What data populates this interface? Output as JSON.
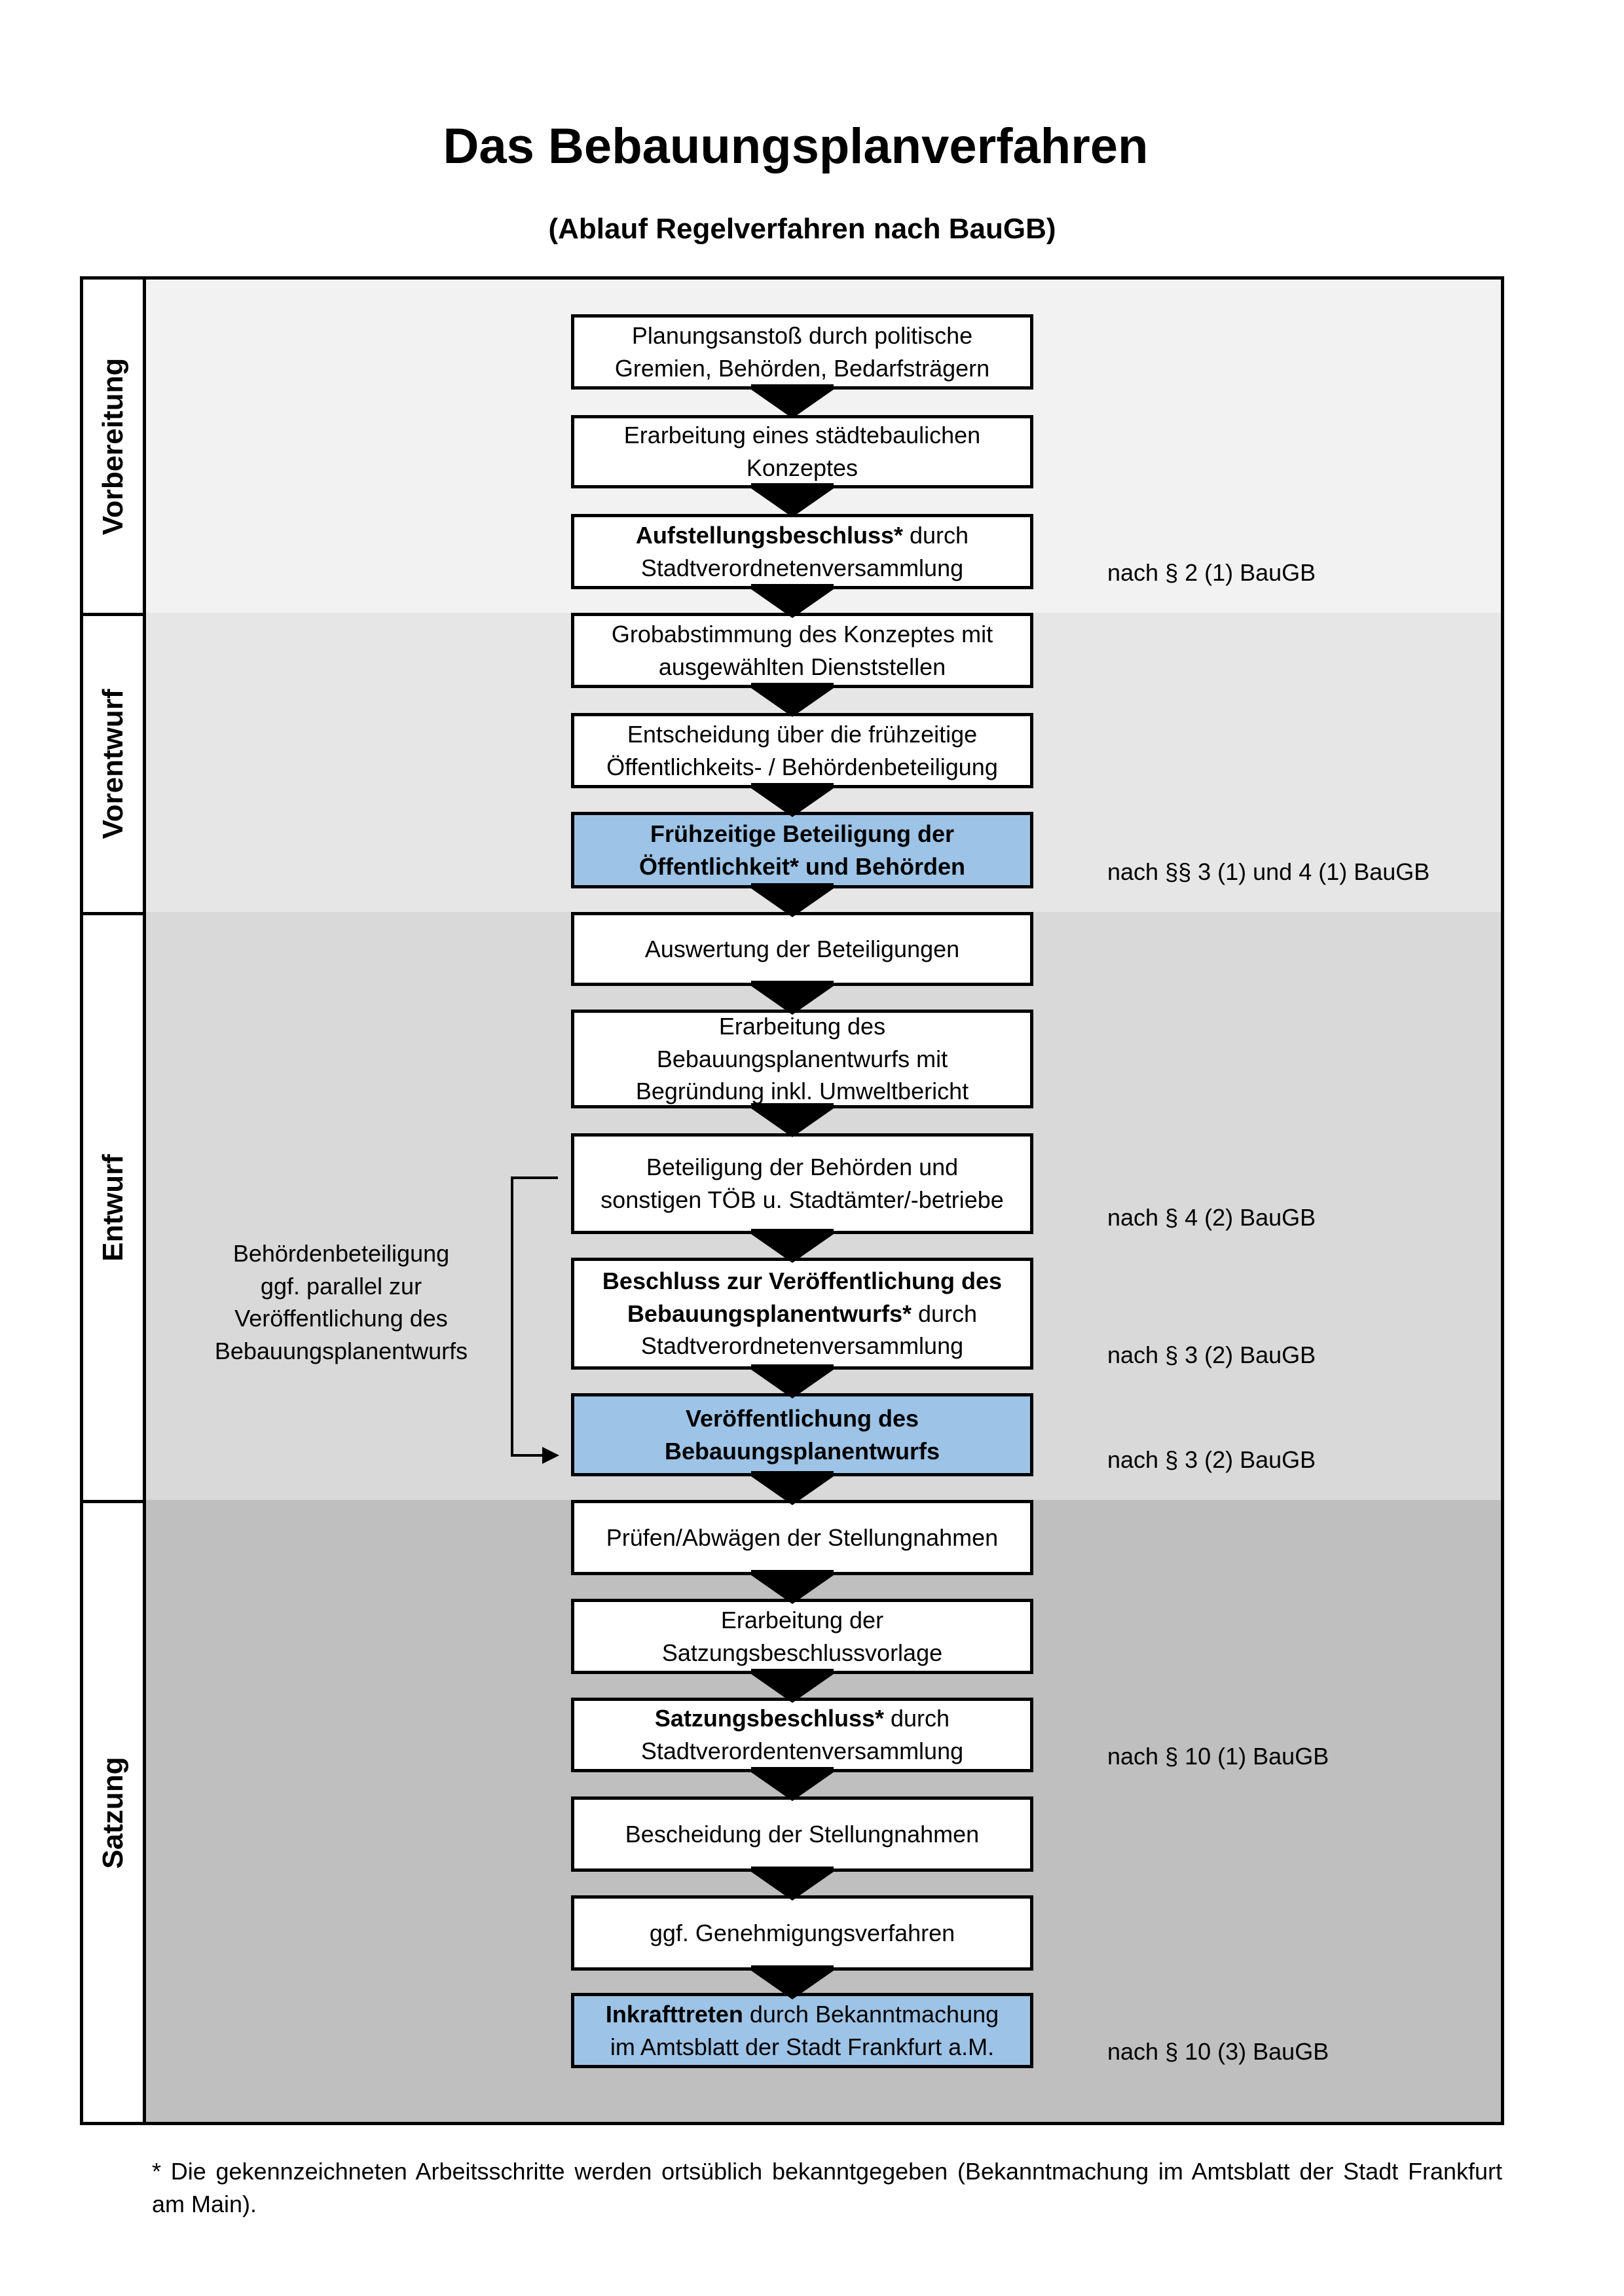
{
  "title": "Das Bebauungsplanverfahren",
  "subtitle": "(Ablauf Regelverfahren nach BauGB)",
  "colors": {
    "vorbereitung": "#f2f2f2",
    "vorentwurf": "#e6e6e6",
    "entwurf": "#d9d9d9",
    "satzung": "#bfbfbf",
    "highlight": "#9dc3e6"
  },
  "sections": [
    {
      "label": "Vorbereitung"
    },
    {
      "label": "Vorentwurf"
    },
    {
      "label": "Entwurf"
    },
    {
      "label": "Satzung"
    }
  ],
  "steps": [
    {
      "bold": "",
      "text": "Planungsanstoß durch politische\nGremien, Behörden, Bedarfsträgern",
      "highlight": false
    },
    {
      "bold": "",
      "text": "Erarbeitung eines städtebaulichen\nKonzeptes",
      "highlight": false
    },
    {
      "bold": "Aufstellungsbeschluss*",
      "text": " durch\nStadtverordnetenversammlung",
      "highlight": false
    },
    {
      "bold": "",
      "text": "Grobabstimmung des Konzeptes mit\nausgewählten Dienststellen",
      "highlight": false
    },
    {
      "bold": "",
      "text": "Entscheidung über die frühzeitige\nÖffentlichkeits- / Behördenbeteiligung",
      "highlight": false
    },
    {
      "bold": "Frühzeitige Beteiligung der\nÖffentlichkeit* und Behörden",
      "text": "",
      "highlight": true
    },
    {
      "bold": "",
      "text": "Auswertung der Beteiligungen",
      "highlight": false
    },
    {
      "bold": "",
      "text": "Erarbeitung des\nBebauungsplanentwurfs mit\nBegründung inkl. Umweltbericht",
      "highlight": false
    },
    {
      "bold": "",
      "text": "Beteiligung der Behörden und\nsonstigen TÖB u. Stadtämter/-betriebe",
      "highlight": false
    },
    {
      "bold": "Beschluss zur Veröffentlichung des\nBebauungsplanentwurfs*",
      "text": " durch\nStadtverordnetenversammlung",
      "highlight": false
    },
    {
      "bold": "Veröffentlichung des\nBebauungsplanentwurfs",
      "text": "",
      "highlight": true
    },
    {
      "bold": "",
      "text": "Prüfen/Abwägen der Stellungnahmen",
      "highlight": false
    },
    {
      "bold": "",
      "text": "Erarbeitung der\nSatzungsbeschlussvorlage",
      "highlight": false
    },
    {
      "bold": "Satzungsbeschluss*",
      "text": " durch\nStadtverordentenversammlung",
      "highlight": false
    },
    {
      "bold": "",
      "text": "Bescheidung der Stellungnahmen",
      "highlight": false
    },
    {
      "bold": "",
      "text": "ggf. Genehmigungsverfahren",
      "highlight": false
    },
    {
      "bold": "Inkrafttreten",
      "text": " durch Bekanntmachung\nim Amtsblatt der Stadt Frankfurt a.M.",
      "highlight": true
    }
  ],
  "notes": [
    "nach § 2 (1) BauGB",
    "nach §§ 3 (1) und 4 (1) BauGB",
    "nach § 4 (2) BauGB",
    "nach § 3 (2) BauGB",
    "nach § 3 (2) BauGB",
    "nach § 10 (1) BauGB",
    "nach § 10 (3) BauGB"
  ],
  "side_text": "Behördenbeteiligung\nggf. parallel zur\nVeröffentlichung des\nBebauungsplanentwurfs",
  "footnote": "* Die gekennzeichneten Arbeitsschritte werden ortsüblich bekanntgegeben (Bekanntmachung im Amtsblatt  der Stadt Frankfurt am Main)."
}
